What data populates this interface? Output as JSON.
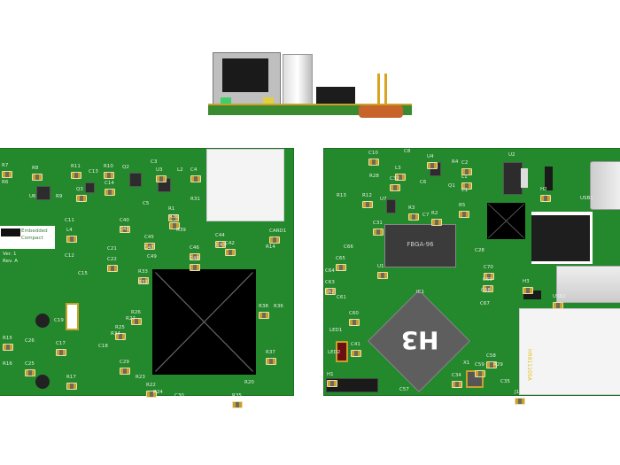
{
  "side_view": {
    "parts": [
      "rj45-jack",
      "usb-a-port",
      "ic",
      "crystal"
    ]
  },
  "left_board": {
    "logo_text": "Embedded Compact",
    "version": "Ver. 1",
    "revision": "Rev. A",
    "labels": [
      "R7",
      "R6",
      "R8",
      "U6",
      "R11",
      "C13",
      "R10",
      "Q2",
      "Q3",
      "C3",
      "U3",
      "L2",
      "C4",
      "R9",
      "C14",
      "C5",
      "R1",
      "R31",
      "R30",
      "C11",
      "C40",
      "C41",
      "L4",
      "C12",
      "C45",
      "R39",
      "C44",
      "C47",
      "C46",
      "C49",
      "C48",
      "C43",
      "C42",
      "C21",
      "C22",
      "C15",
      "R33",
      "R32",
      "CARD1",
      "R14",
      "R38",
      "R36",
      "R37",
      "C19",
      "R15",
      "C26",
      "C17",
      "C18",
      "C25",
      "R16",
      "R17",
      "R23",
      "R22",
      "R24",
      "R25",
      "R34",
      "R26",
      "R27",
      "C29",
      "C30",
      "R35",
      "R20"
    ]
  },
  "right_board": {
    "dram_label": "FBGA-96",
    "soc_label": "H3",
    "rj45_label": "HR911105A",
    "labels": [
      "C10",
      "C8",
      "U4",
      "R4",
      "C2",
      "U2",
      "L3",
      "R28",
      "C32",
      "C6",
      "L1",
      "Q1",
      "H2",
      "R13",
      "R12",
      "U7",
      "R3",
      "C7",
      "R2",
      "C1",
      "R5",
      "USB1",
      "C31",
      "C66",
      "C65",
      "C28",
      "U1",
      "C64",
      "C63",
      "C62",
      "C70",
      "IC1",
      "C69",
      "C68",
      "H3",
      "C67",
      "USB2",
      "C61",
      "C60",
      "LED1",
      "C41",
      "LED2",
      "C58",
      "X1",
      "C59",
      "R29",
      "C34",
      "C35",
      "H1",
      "C57",
      "J1"
    ]
  },
  "colors": {
    "board": "#24882c",
    "pad": "#c9a12a",
    "chip": "#5a5a5a",
    "background": "#ffffff"
  }
}
